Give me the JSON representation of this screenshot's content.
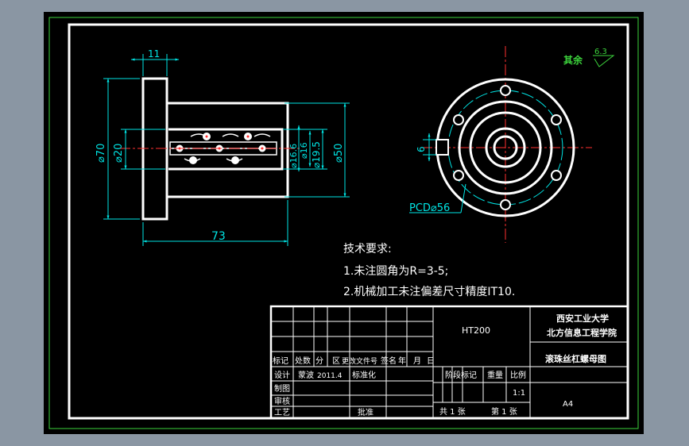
{
  "drawing": {
    "dimensions": {
      "flange_thickness": "11",
      "flange_dia": "⌀70",
      "bore_dia": "⌀20",
      "length": "73",
      "ball_dia_1": "⌀16.6",
      "ball_dia_2": "⌀16",
      "dia_19_5": "⌀19.5",
      "body_dia": "⌀50",
      "slot_width": "6",
      "pcd": "PCD⌀56"
    },
    "surface_finish": {
      "label": "其余",
      "value": "6.3"
    },
    "tech_requirements": {
      "title": "技术要求:",
      "items": [
        "1.未注圆角为R=3-5;",
        "2.机械加工未注偏差尺寸精度IT10."
      ]
    },
    "title_block": {
      "material": "HT200",
      "school_1": "西安工业大学",
      "school_2": "北方信息工程学院",
      "part_name": "滚珠丝杠螺母图",
      "header_cells": [
        "标记",
        "处数",
        "分",
        "区",
        "更改文件号",
        "签名",
        "年",
        "月",
        "日"
      ],
      "design_label": "设计",
      "designer": "蒙波",
      "design_date": "2011.4",
      "standardize": "标准化",
      "draw_label": "制图",
      "check_label": "审核",
      "process_label": "工艺",
      "approve": "批准",
      "stage_label": "阶段标记",
      "weight_label": "重量",
      "scale_label": "比例",
      "scale_value": "1:1",
      "sheet_total": "共 1 张",
      "sheet_no": "第 1 张",
      "paper_size": "A4"
    }
  }
}
